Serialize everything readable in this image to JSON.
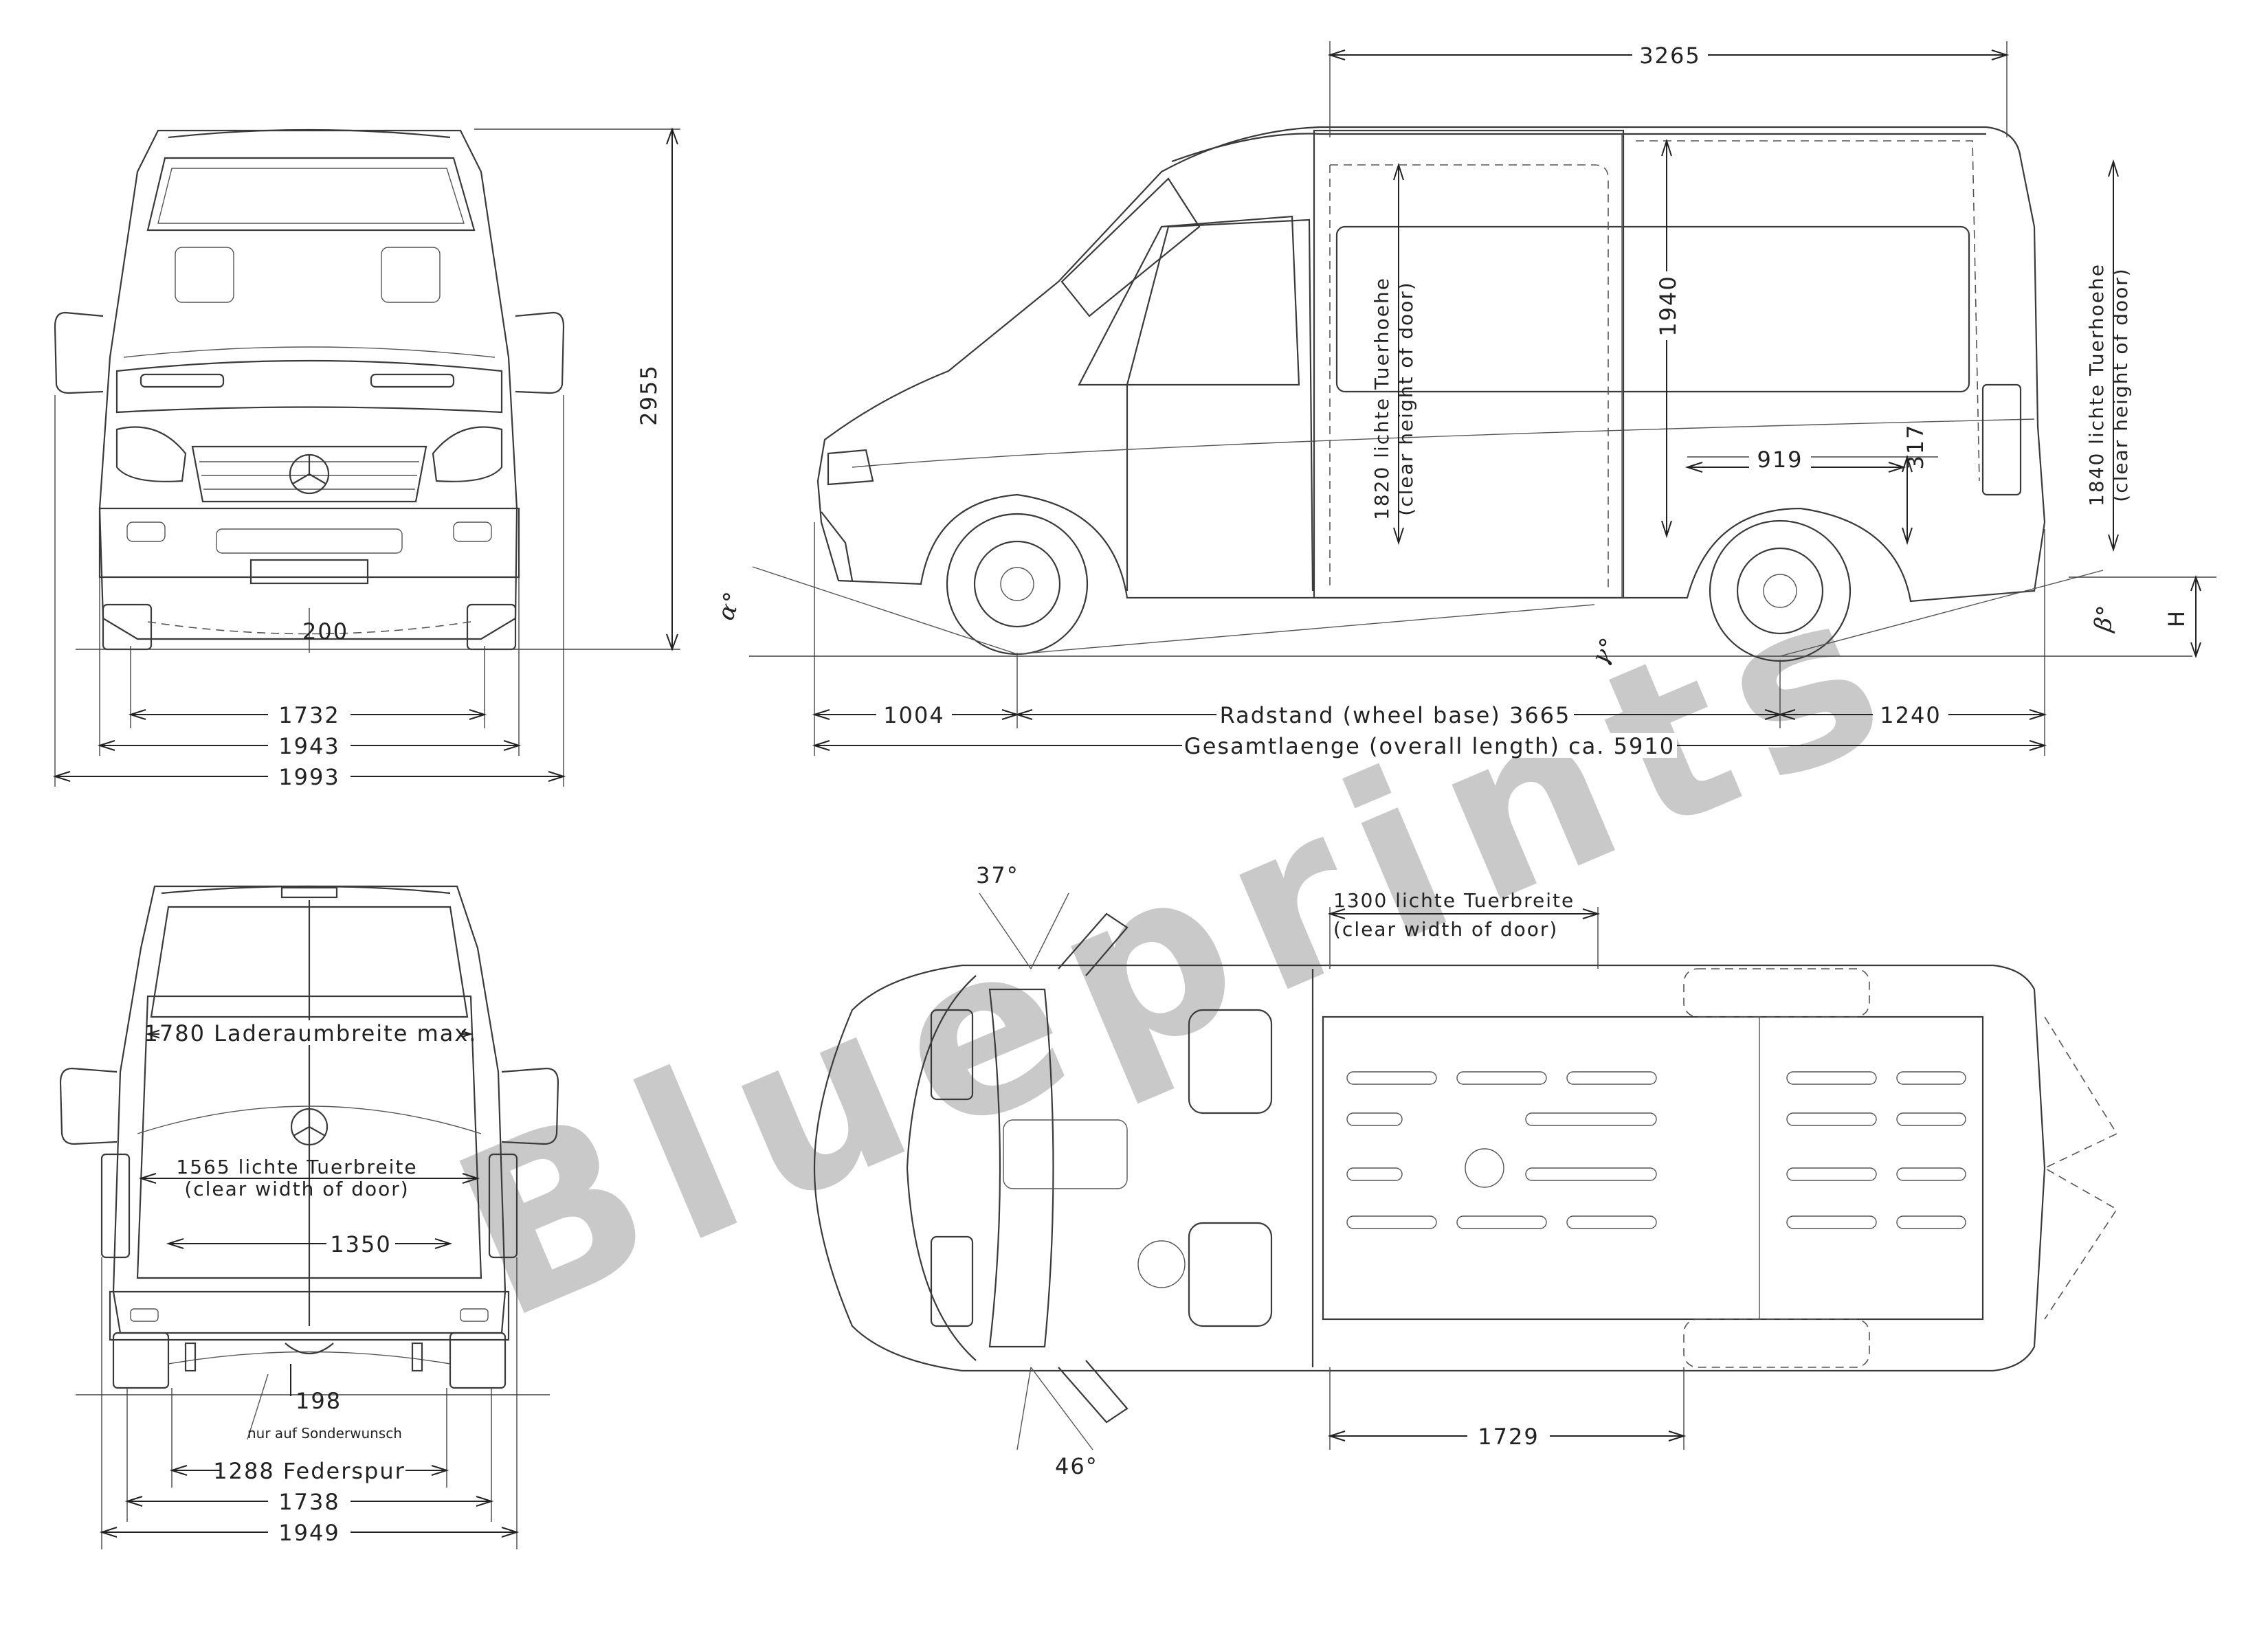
{
  "watermark": "Blueprints",
  "front_view": {
    "height": "2955",
    "ground_clearance": "200",
    "track_front": "1732",
    "width_body": "1943",
    "width_mirrors": "1993"
  },
  "side_view": {
    "length_roof": "3265",
    "cargo_height": "1940",
    "side_door_height_line1": "1820 lichte Tuerhoehe",
    "side_door_height_line2": "(clear height of door)",
    "rear_door_height_line1": "1840 lichte Tuerhoehe",
    "rear_door_height_line2": "(clear height of door)",
    "wheel_arch_length": "919",
    "wheel_arch_height": "317",
    "front_overhang": "1004",
    "wheelbase": "Radstand (wheel base) 3665",
    "rear_overhang": "1240",
    "overall_length": "Gesamtlaenge (overall length) ca. 5910",
    "angle_approach": "α°",
    "angle_breakover": "γ°",
    "angle_departure": "β°",
    "height_symbol": "H"
  },
  "rear_view": {
    "load_width": "1780 Laderaumbreite max.",
    "door_width_line1": "1565 lichte Tuerbreite",
    "door_width_line2": "(clear width of door)",
    "between_arches": "1350",
    "clearance": "198",
    "optional_note": "nur auf Sonderwunsch",
    "spring_track": "1288 Federspur",
    "track_rear": "1738",
    "width_mirrors": "1949"
  },
  "top_view": {
    "door_angle_front": "37°",
    "door_angle_rear": "46°",
    "side_door_width_line1": "1300 lichte Tuerbreite",
    "side_door_width_line2": "(clear width of door)",
    "load_floor_length": "1729"
  }
}
